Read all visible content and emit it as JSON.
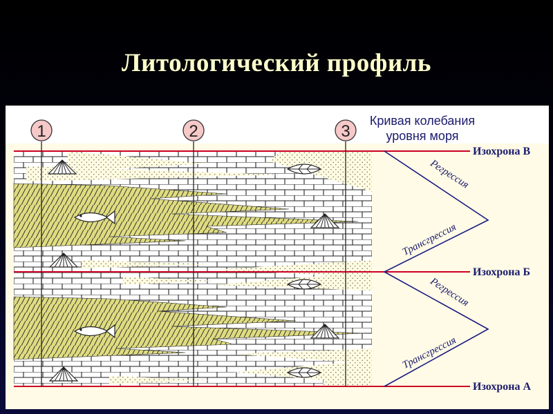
{
  "slide": {
    "title": "Литологический профиль"
  },
  "diagram": {
    "sections": [
      "1",
      "2",
      "3"
    ],
    "curve_title_line1": "Кривая колебания",
    "curve_title_line2": "уровня моря",
    "isochrons": {
      "top": "Изохрона В",
      "middle": "Изохрона Б",
      "bottom": "Изохрона А"
    },
    "upper_cycle": {
      "regression": "Регрессия",
      "transgression": "Трансгрессия"
    },
    "lower_cycle": {
      "regression": "Регрессия",
      "transgression": "Трансгрессия"
    },
    "colors": {
      "isochron_line": "#cc0022",
      "curve_line": "#1a1a80",
      "label_color": "#1a1a6e",
      "sand_fill": "#fffbe0",
      "limestone_fill": "#ffffff",
      "clay_fill": "#dfdc80",
      "circle_fill": "#f6c8c8"
    }
  }
}
